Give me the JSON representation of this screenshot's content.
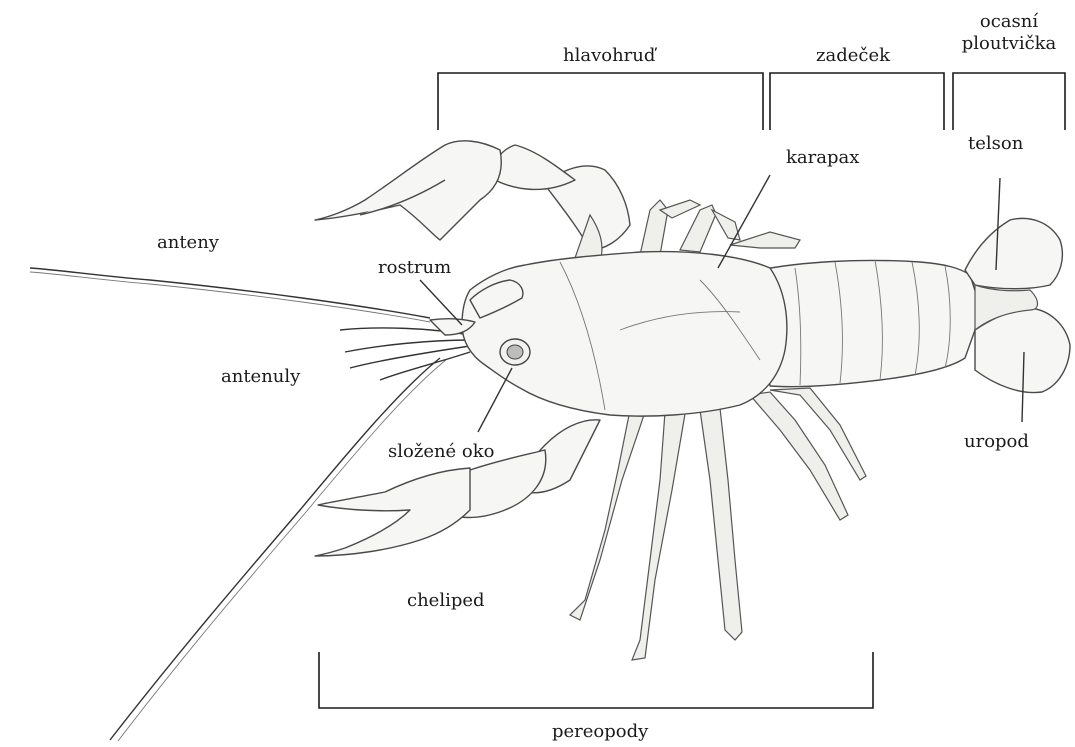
{
  "labels": {
    "cephalothorax": "hlavohruď",
    "abdomen": "zadeček",
    "tail_fan_line1": "ocasní",
    "tail_fan_line2": "ploutvička",
    "carapace": "karapax",
    "telson": "telson",
    "antennae": "anteny",
    "rostrum": "rostrum",
    "antennules": "antenuly",
    "compound_eye": "složené oko",
    "uropod": "uropod",
    "cheliped": "cheliped",
    "pereiopods": "pereopody"
  }
}
